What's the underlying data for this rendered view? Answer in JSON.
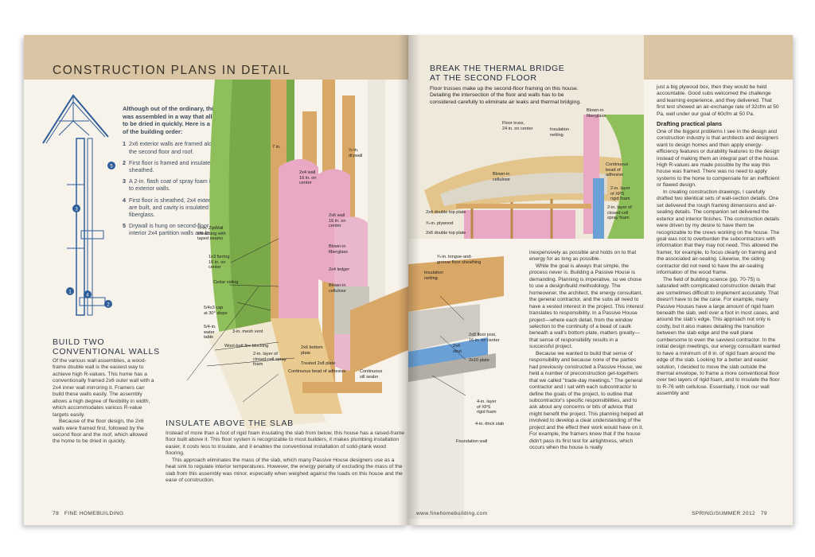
{
  "left_page": {
    "title": "CONSTRUCTION PLANS IN DETAIL",
    "sidebar": {
      "intro": "Although out of the ordinary, this house was assembled in a way that allowed it to be dried in quickly. Here is a snapshot of the building order:",
      "steps": [
        {
          "n": "1",
          "text": "2x6 exterior walls are framed along with the second floor and roof."
        },
        {
          "n": "2",
          "text": "First floor is framed and insulated, not fully sheathed."
        },
        {
          "n": "3",
          "text": "A 2-in. flash coat of spray foam is applied to exterior walls."
        },
        {
          "n": "4",
          "text": "First floor is sheathed, 2x4 exterior walls are built, and cavity is insulated with fiberglass."
        },
        {
          "n": "5",
          "text": "Drywall is hung on second-floor ceiling; interior 2x4 partition walls are built."
        }
      ]
    },
    "build_walls": {
      "head_line1": "BUILD TWO",
      "head_line2": "CONVENTIONAL WALLS",
      "p1": "Of the various wall assemblies, a wood-frame double wall is the easiest way to achieve high R-values. This home has a conventionally framed 2x6 outer wall with a 2x4 inner wall mirroring it. Framers can build these walls easily. The assembly allows a high degree of flexibility in width, which accommodates various R-value targets easily.",
      "p2": "Because of the floor design, the 2x6 walls were framed first, followed by the second floor and the roof, which allowed the home to be dried in quickly."
    },
    "slab": {
      "head": "INSULATE ABOVE THE SLAB",
      "p1": "Instead of more than a foot of rigid foam insulating the slab from below, this house has a raised-frame floor built above it. This floor system is recognizable to most builders, it makes plumbing installation easier, it costs less to insulate, and it enables the conventional installation of solid-plank wood flooring.",
      "p2": "This approach eliminates the mass of the slab, which many Passive House designers use as a heat sink to regulate interior temperatures. However, the energy penalty of excluding the mass of the slab from this assembly was minor, especially when weighed against the loads on this house and the ease of construction."
    },
    "callouts": [
      "½-in.\ndrywall",
      "7 in.",
      "2x4 wall\n16 in. on\ncenter",
      "2x6 wall\n16 in. on\ncenter",
      "Blown-in\nfiberglass",
      "2x4 ledger",
      "Blown-in\ncellulose",
      "½-in. ZipWall\nsheathing with\ntaped seams",
      "1x3 furring\n16 in. on\ncenter",
      "Cedar siding",
      "5/4x3 cap\nat 30° slope",
      "5/4-in.\nwater\ntable",
      "3-in. mesh vent",
      "Wool-batt fire blocking",
      "2-in. layer of\nclosed-cell spray\nfoam",
      "2x6 bottom\nplate",
      "Treated 2x8 plate",
      "Continuous bead of adhesive",
      "Continuous\nsill sealer",
      "Insulation\nnetting",
      "¾-in. tongue-and-\ngroove floor sheathing"
    ],
    "folio_num": "78",
    "folio_mag": "FINE HOMEBUILDING"
  },
  "right_page": {
    "inset": {
      "title_line1": "BREAK THE THERMAL BRIDGE",
      "title_line2": "AT THE SECOND FLOOR",
      "deck": "Floor trusses make up the second-floor framing on this house. Detailing the intersection of the floor and walls has to be considered carefully to eliminate air leaks and thermal bridging.",
      "callouts": [
        "Blown-in\nfiberglass",
        "Floor truss,\n24 in. on center",
        "Insulation\nnetting",
        "Blown-in\ncellulose",
        "Continuous\nbead of\nadhesive",
        "2-in. layer\nof XPS\nrigid foam",
        "2-in. layer of\nclosed-cell\nspray foam",
        "2x4 double top plate",
        "¾-in. plywood",
        "2x6 double top plate"
      ]
    },
    "drawing_callouts": [
      "2x8 floor joist,\n16 in. on center",
      "2x4\nstrut",
      "2x10 plate",
      "4-in. layer\nof XPS\nrigid foam",
      "4-in.-thick slab",
      "Foundation wall"
    ],
    "mid_column": [
      "inexpensively as possible and holds on to that energy for as long as possible.",
      "While the goal is always that simple, the process never is. Building a Passive House is demanding. Planning is imperative, so we chose to use a design/build methodology. The homeowner, the architect, the energy consultant, the general contractor, and the subs all need to have a vested interest in the project. This interest translates to responsibility. In a Passive House project—where each detail, from the window selection to the continuity of a bead of caulk beneath a wall's bottom plate, matters greatly—that sense of responsibility results in a successful project.",
      "Because we wanted to build that sense of responsibility and because none of the parties had previously constructed a Passive House, we held a number of preconstruction get-togethers that we called \"trade-day meetings.\" The general contractor and I sat with each subcontractor to define the goals of the project, to outline that subcontractor's specific responsibilities, and to ask about any concerns or bits of advice that might benefit the project. This planning helped all involved to develop a clear understanding of the project and the effect their work would have on it. For example, the framers knew that if the house didn't pass its first test for airtightness, which occurs when the house is really"
    ],
    "right_column": {
      "p_top": "just a big plywood box, then they would be held accountable. Good subs welcomed the challenge and learning experience, and they delivered. That first test showed an air-exchange rate of 32cfm at 50 Pa, well under our goal of 60cfm at 50 Pa.",
      "subhead": "Drafting practical plans",
      "p1": "One of the biggest problems I see in the design and construction industry is that architects and designers want to design homes and then apply energy-efficiency features or durability features to the design instead of making them an integral part of the house. High R-values are made possible by the way this house was framed. There was no need to apply systems to the home to compensate for an inefficient or flawed design.",
      "p2": "In creating construction drawings, I carefully drafted two identical sets of wall-section details. One set delivered the rough framing dimensions and air-sealing details. The companion set delivered the exterior and interior finishes. The construction details were driven by my desire to have them be recognizable to the crews working on the house. The goal was not to overburden the subcontractors with information that they may not need. This allowed the framer, for example, to focus clearly on framing and the associated air-sealing. Likewise, the siding contractor did not need to have the air-sealing information of the wood frame.",
      "p3": "The field of building science (pp. 70-75) is saturated with complicated construction details that are sometimes difficult to implement accurately. That doesn't have to be the case. For example, many Passive Houses have a large amount of rigid foam beneath the slab, well over a foot in most cases, and around the slab's edge. This approach not only is costly, but it also makes detailing the transition between the slab edge and the wall plane cumbersome to even the savviest contractor. In the initial design meetings, our energy consultant wanted to have a minimum of 8 in. of rigid foam around the edge of the slab. Looking for a better and easier solution, I decided to move the slab outside the thermal envelope, to frame a more conventional floor over two layers of rigid foam, and to insulate the floor to R-76 with cellulose. Essentially, I took our wall assembly and"
    },
    "folio_url": "www.finehomebuilding.com",
    "folio_issue": "SPRING/SUMMER 2012",
    "folio_num": "79"
  },
  "colors": {
    "header_band": "#d9c4a4",
    "page_bg": "#f7f3ea",
    "pink_insulation": "#e9a9c4",
    "green_sheathing": "#8fbf5a",
    "blue_foam": "#6aa0d6",
    "wood": "#d9a766",
    "diagram_blue": "#2e5d9a"
  }
}
